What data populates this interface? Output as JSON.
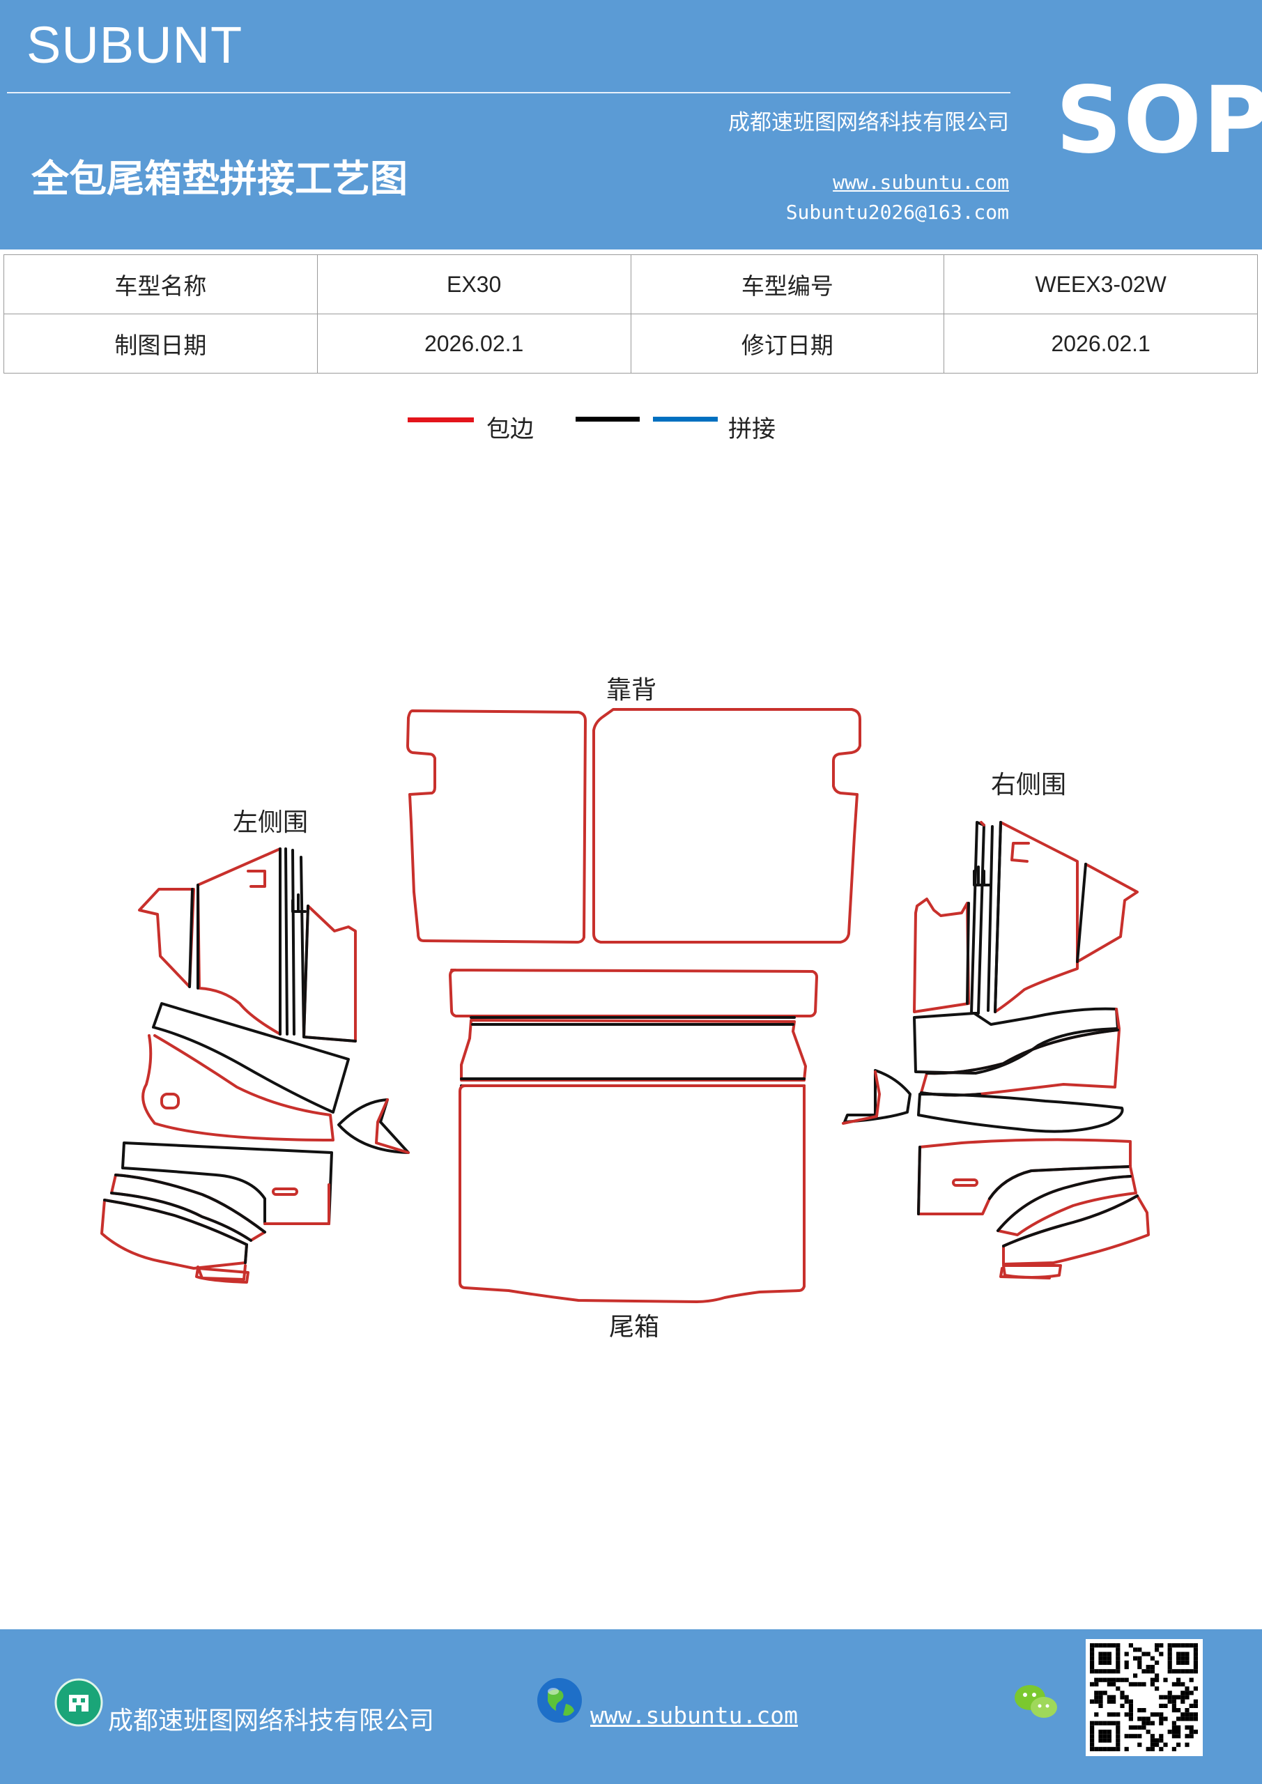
{
  "header": {
    "brand": "SUBUNT",
    "badge": "SOP",
    "company": "成都速班图网络科技有限公司",
    "title": "全包尾箱垫拼接工艺图",
    "website": "www.subuntu.com",
    "email": "Subuntu2026@163.com"
  },
  "info_table": {
    "rows": [
      [
        {
          "label": "车型名称"
        },
        {
          "value": "EX30"
        },
        {
          "label": "车型编号"
        },
        {
          "value": "WEEX3-02W"
        }
      ],
      [
        {
          "label": "制图日期"
        },
        {
          "value": "2026.02.1"
        },
        {
          "label": "修订日期"
        },
        {
          "value": "2026.02.1"
        }
      ]
    ]
  },
  "legend": {
    "items": [
      {
        "label": "包边",
        "color": "#e3141b"
      },
      {
        "label": "",
        "color": "#000000"
      },
      {
        "label": "拼接",
        "color": "#0070c0"
      }
    ]
  },
  "drawing": {
    "labels": {
      "backrest": "靠背",
      "left_side": "左侧围",
      "right_side": "右侧围",
      "trunk": "尾箱"
    },
    "edge_color": "#c8302c",
    "seam_color": "#111111"
  },
  "footer": {
    "company": "成都速班图网络科技有限公司",
    "website": "www.subuntu.com"
  },
  "colors": {
    "brand_blue": "#5b9bd5"
  }
}
